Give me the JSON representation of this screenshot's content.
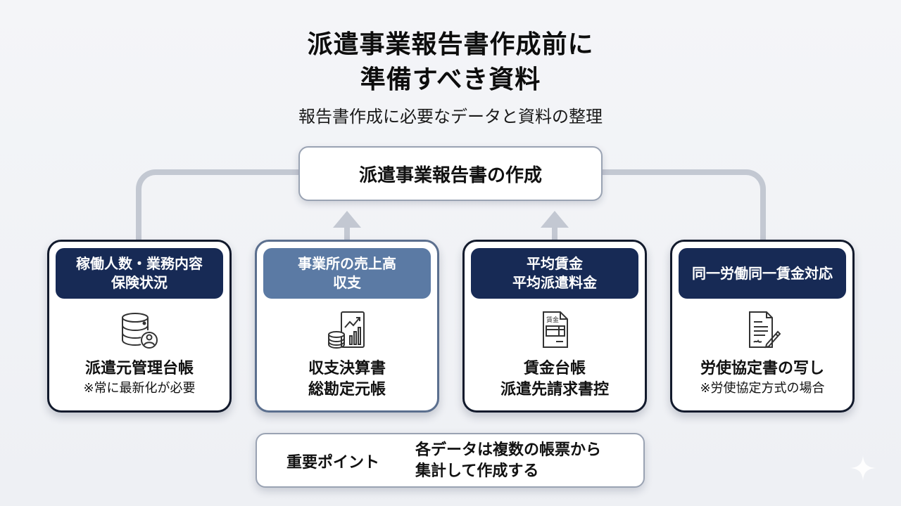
{
  "title": {
    "line1": "派遣事業報告書作成前に",
    "line2": "準備すべき資料"
  },
  "subtitle": "報告書作成に必要なデータと資料の整理",
  "top_box": {
    "label": "派遣事業報告書の作成"
  },
  "colors": {
    "background": "#f2f3f6",
    "header_dark": "#172a55",
    "header_light": "#5b7aa4",
    "connector": "#c3c8d2",
    "card_border_dark": "#121a2c",
    "card_border_light": "#5b6f8e"
  },
  "cards": [
    {
      "header_lines": [
        "稼働人数・業務内容",
        "保険状況"
      ],
      "header_style": "dark",
      "icon": "database-user-icon",
      "main": "派遣元管理台帳",
      "note": "※常に最新化が必要"
    },
    {
      "header_lines": [
        "事業所の売上高",
        "収支"
      ],
      "header_style": "light",
      "icon": "financial-report-icon",
      "main": "収支決算書",
      "note": "総勘定元帳"
    },
    {
      "header_lines": [
        "平均賃金",
        "平均派遣料金"
      ],
      "header_style": "dark",
      "icon": "wage-ledger-icon",
      "icon_text": "賃金",
      "main": "賃金台帳",
      "note": "派遣先請求書控"
    },
    {
      "header_lines": [
        "同一労働同一賃金対応"
      ],
      "header_style": "dark",
      "icon": "signed-document-icon",
      "main": "労使協定書の写し",
      "note": "※労使協定方式の場合"
    }
  ],
  "bottom_box": {
    "label": "重要ポイント",
    "text_lines": [
      "各データは複数の帳票から",
      "集計して作成する"
    ]
  }
}
